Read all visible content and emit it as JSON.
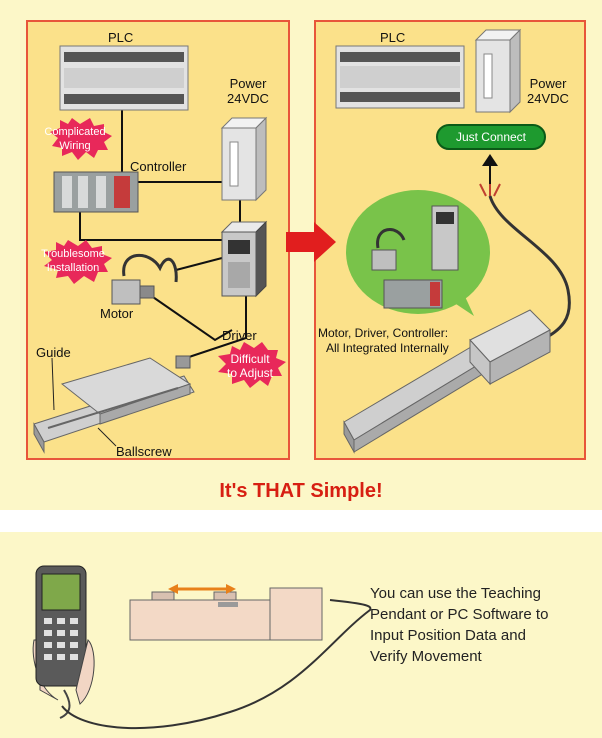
{
  "left": {
    "plc_label": "PLC",
    "power_label_1": "Power",
    "power_label_2": "24VDC",
    "controller_label": "Controller",
    "motor_label": "Motor",
    "driver_label": "Driver",
    "guide_label": "Guide",
    "ballscrew_label": "Ballscrew",
    "burst_wiring_1": "Complicated",
    "burst_wiring_2": "Wiring",
    "burst_install_1": "Troublesome",
    "burst_install_2": "Installation",
    "burst_adjust_1": "Difficult",
    "burst_adjust_2": "to Adjust"
  },
  "right": {
    "plc_label": "PLC",
    "power_label_1": "Power",
    "power_label_2": "24VDC",
    "connect_label": "Just Connect",
    "integrated_1": "Motor, Driver, Controller:",
    "integrated_2": "All Integrated Internally"
  },
  "tagline": "It's THAT Simple!",
  "bottom": {
    "desc_1": "You can use the Teaching",
    "desc_2": "Pendant or PC Software to",
    "desc_3": "Input Position Data and",
    "desc_4": "Verify Movement"
  },
  "colors": {
    "border": "#e8553a",
    "panel": "#fbe18a",
    "background": "#fcf7c8",
    "burst": "#e8285a",
    "pill": "#1e9a2f",
    "tagline": "#d71f12"
  }
}
